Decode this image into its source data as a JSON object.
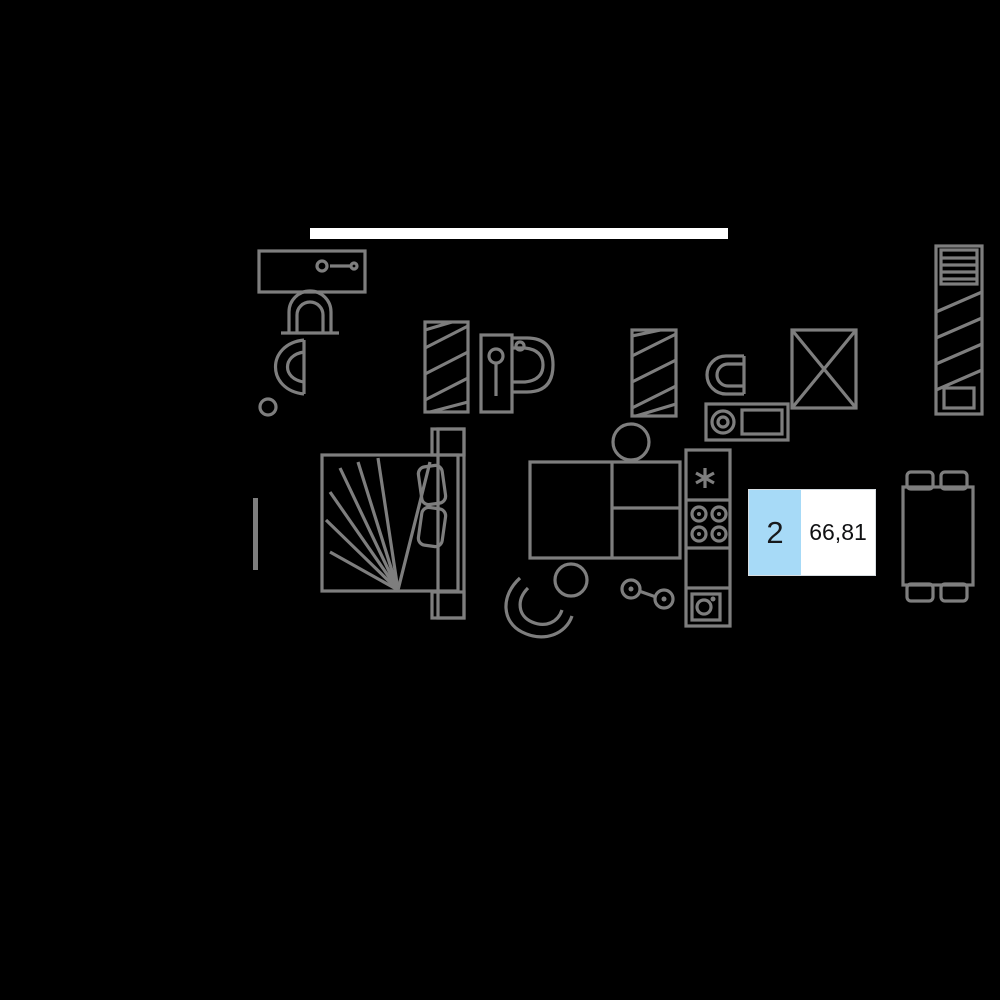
{
  "floor_plan": {
    "unit_badge": {
      "rooms": "2",
      "area": "66,81"
    },
    "colors": {
      "background": "#000000",
      "furniture_line": "#7e7e7e",
      "wall_highlight": "#ffffff",
      "badge_rooms_bg": "#a7daf7",
      "badge_area_bg": "#ffffff",
      "badge_text": "#17191c"
    },
    "furniture_icons": [
      "wall-segment",
      "vanity-sink-icon",
      "arch-icon",
      "toilet-icon",
      "wall-stub",
      "wardrobe-icon",
      "washbasin-icon",
      "wardrobe-2-icon",
      "toilet-2-icon",
      "washing-machine-icon",
      "shower-icon",
      "shelf-icon",
      "bed-icon",
      "sofa-desk-icon",
      "desk-chair-icon",
      "armchair-icon",
      "side-table-icon",
      "kitchen-icon",
      "stove-icon",
      "sink-icon",
      "stools-icon",
      "dining-set-icon"
    ]
  }
}
